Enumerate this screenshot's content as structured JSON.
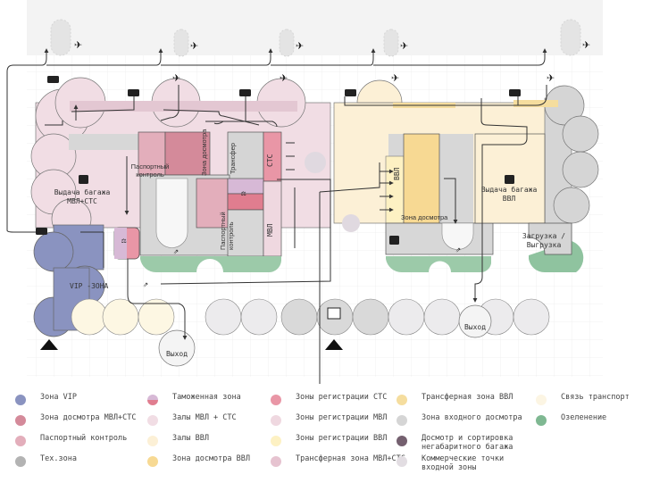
{
  "colors": {
    "vip": "#8a93c0",
    "screening_intl": "#d48a9a",
    "passport": "#e3aebb",
    "tech": "#b3b3b3",
    "customs_top": "#d7b9d6",
    "customs_bottom": "#e07d8f",
    "halls_intl": "#f1dde4",
    "halls_dom": "#fcf0d6",
    "screening_dom": "#f7d993",
    "checkin_cts": "#e996a6",
    "checkin_intl": "#efd8e0",
    "checkin_dom": "#fdf1c3",
    "transfer_intl": "#e6c3d0",
    "transfer_dom": "#f5dd9e",
    "entry_screening": "#d5d5d5",
    "oversize": "#74606f",
    "commercial": "#e2dde2",
    "transport": "#fcf5e3",
    "greenery": "#7fb892",
    "apron": "#f3f3f3",
    "line": "#333333"
  },
  "plan": {
    "labels": {
      "baggage_intl": [
        "Выдача багажа",
        "МВЛ+СТС"
      ],
      "baggage_dom": [
        "Выдача багажа",
        "ВВЛ"
      ],
      "vip": "VIP -ЗОНА",
      "passport_top": [
        "Паспортный",
        "контроль"
      ],
      "screening_intl": "Зона досмотра",
      "transfer": "Трансфер",
      "cts": "СТС",
      "mvl": "МВЛ",
      "passport_mid": [
        "Паспортный",
        "контроль"
      ],
      "vvl": "ВВЛ",
      "screening_dom": "Зона досмотра",
      "loading": [
        "Загрузка /",
        "Выгрузка"
      ],
      "exit_left": "Выход",
      "exit_right": "Выход"
    }
  },
  "legend": {
    "columns": [
      [
        {
          "label": "Зона VIP",
          "color_key": "vip"
        },
        {
          "label": "Зона досмотра МВЛ+СТС",
          "color_key": "screening_intl"
        },
        {
          "label": "Паспортный контроль",
          "color_key": "passport"
        },
        {
          "label": "Тех.зона",
          "color_key": "tech"
        }
      ],
      [
        {
          "label": "Таможенная зона",
          "color_key": "customs"
        },
        {
          "label": "Залы МВЛ + СТС",
          "color_key": "halls_intl"
        },
        {
          "label": "Залы ВВЛ",
          "color_key": "halls_dom"
        },
        {
          "label": "Зона досмотра ВВЛ",
          "color_key": "screening_dom"
        }
      ],
      [
        {
          "label": "Зоны регистрации СТС",
          "color_key": "checkin_cts"
        },
        {
          "label": "Зоны регистрации МВЛ",
          "color_key": "checkin_intl"
        },
        {
          "label": "Зоны регистрации ВВЛ",
          "color_key": "checkin_dom"
        },
        {
          "label": "Трансферная зона МВЛ+СТС",
          "color_key": "transfer_intl"
        }
      ],
      [
        {
          "label": "Трансферная зона ВВЛ",
          "color_key": "transfer_dom"
        },
        {
          "label": "Зона входного досмотра",
          "color_key": "entry_screening"
        },
        {
          "label": "Досмотр и сортировка\nнегабаритного багажа",
          "color_key": "oversize"
        },
        {
          "label": "Коммерческие точки\nвходной зоны",
          "color_key": "commercial"
        }
      ],
      [
        {
          "label": "Связь транспорт",
          "color_key": "transport"
        },
        {
          "label": "Озеленение",
          "color_key": "greenery"
        }
      ]
    ]
  }
}
